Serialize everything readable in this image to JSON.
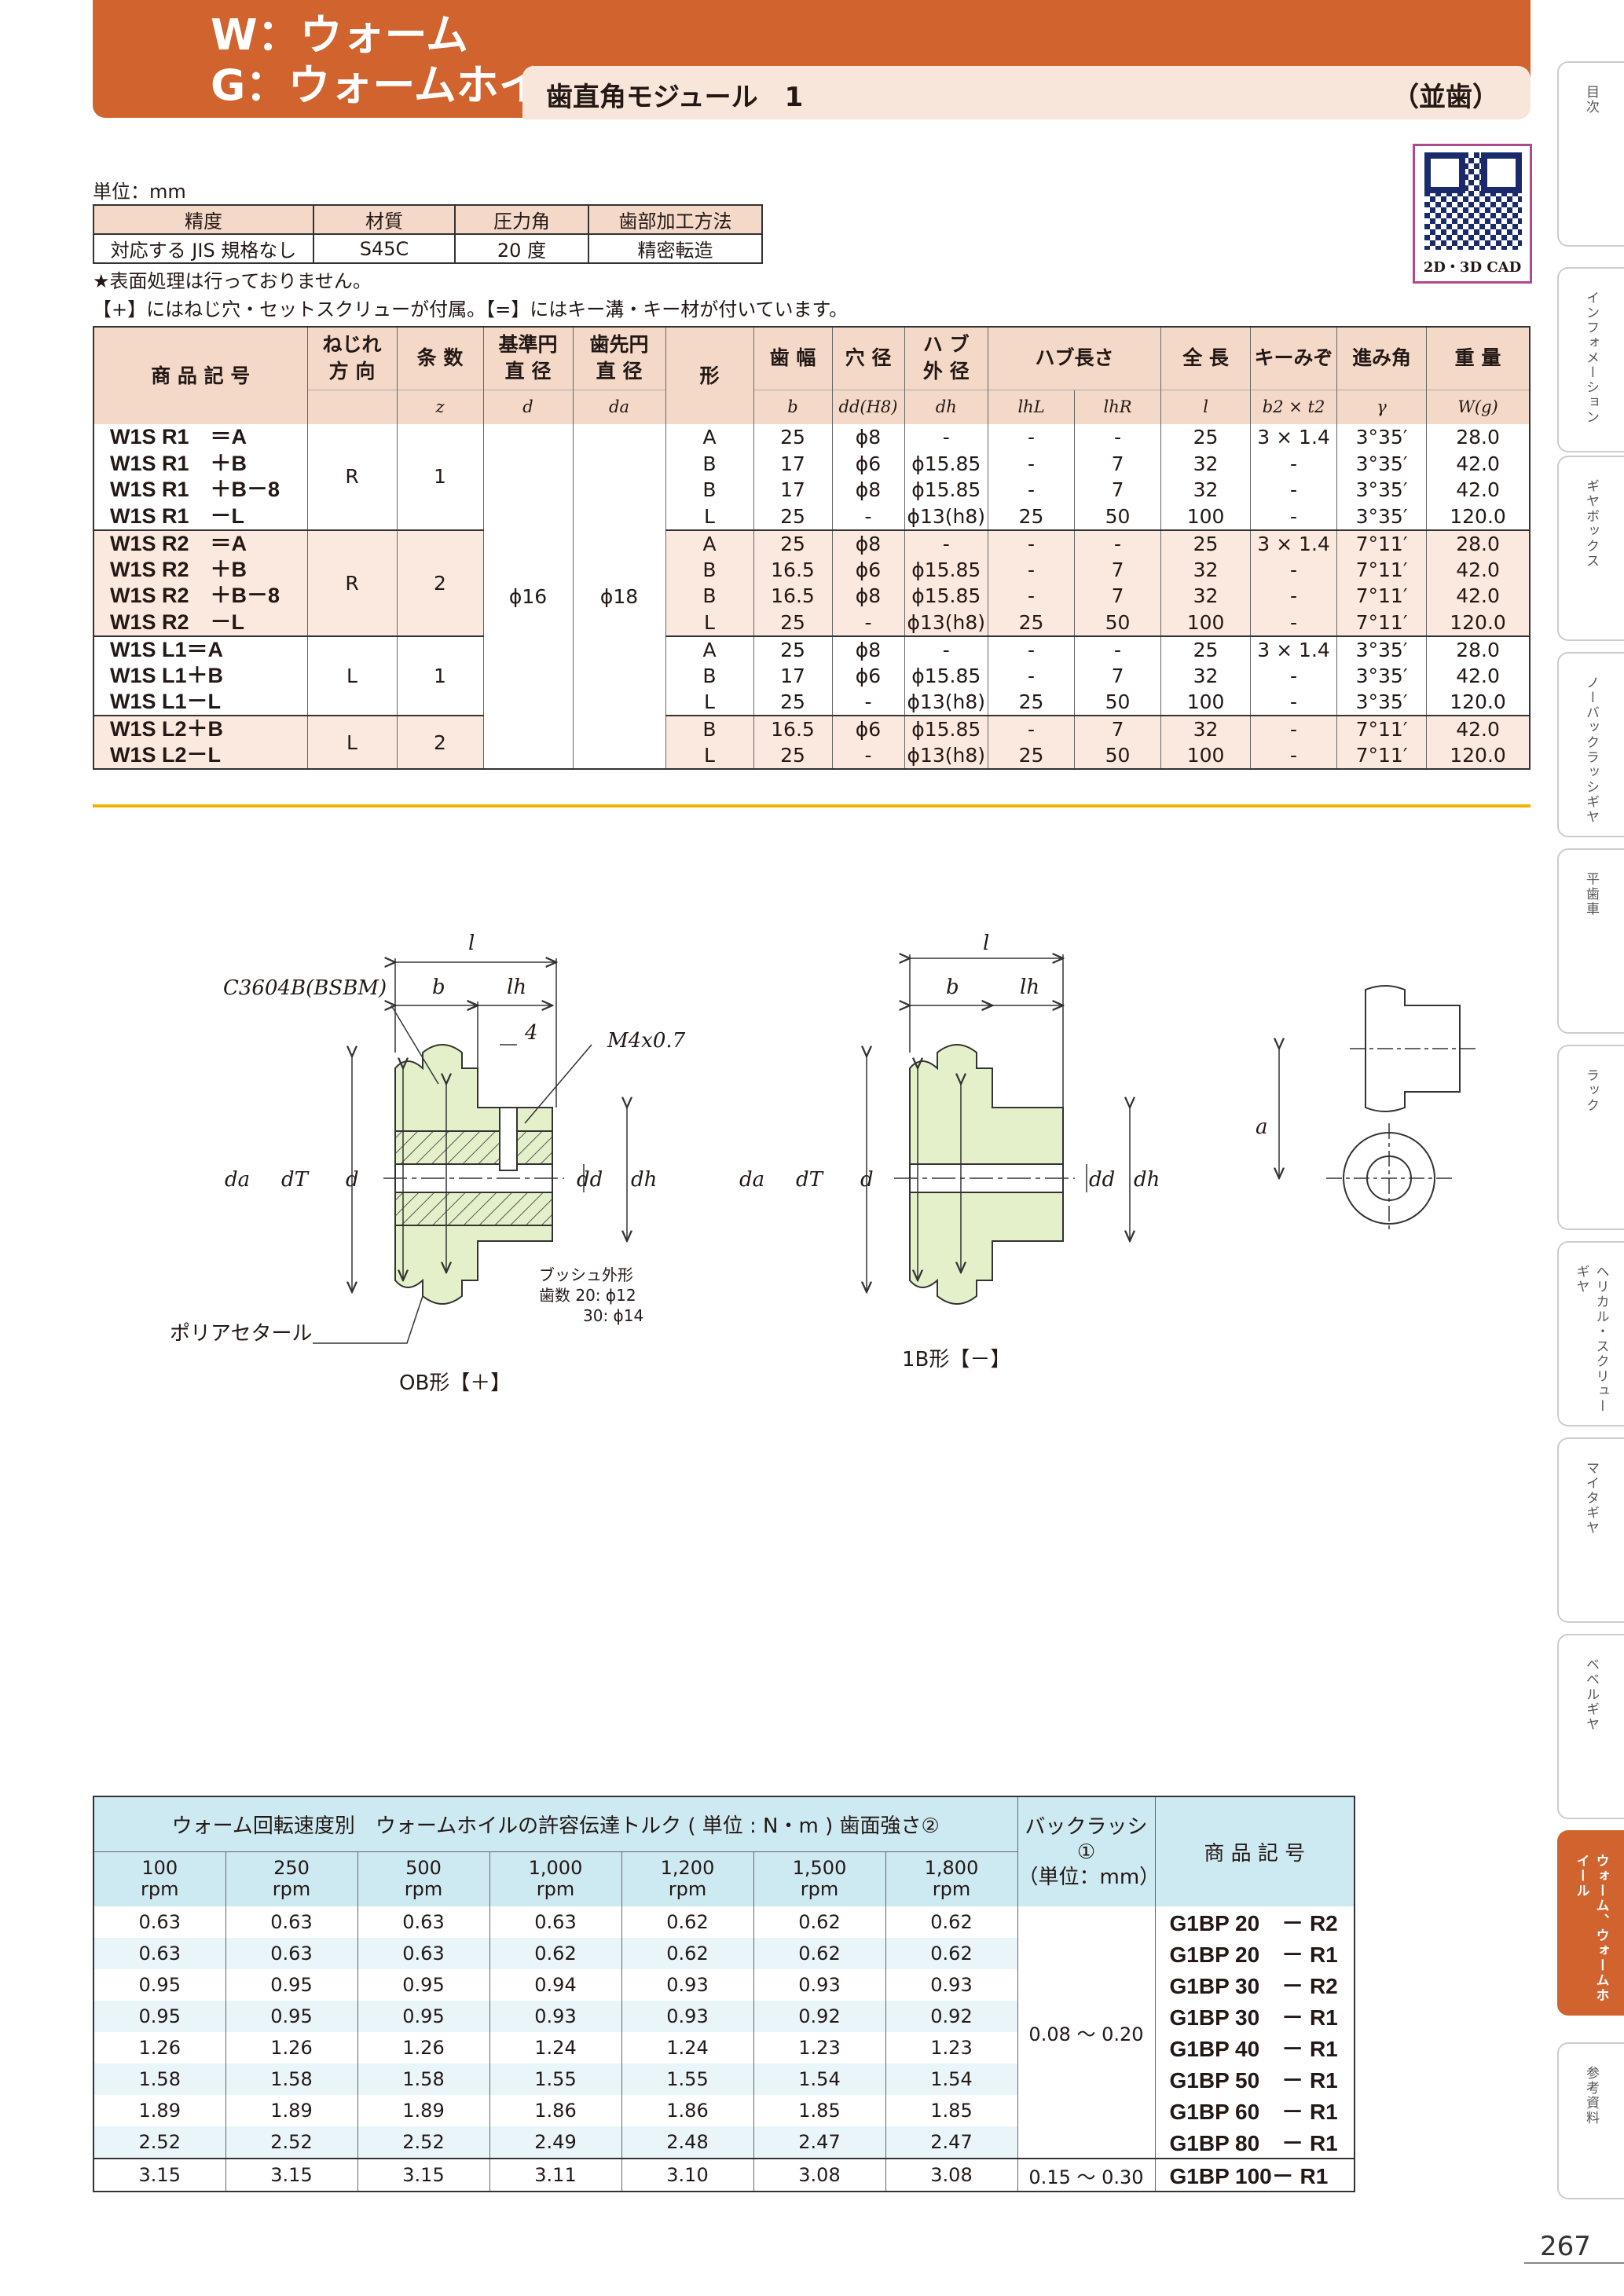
{
  "header": {
    "line1": "W：ウォーム",
    "line2": "G：ウォームホイール",
    "subtitle": "歯直角モジュール　1",
    "tooth_type": "（並歯）"
  },
  "qr": {
    "label": "2D・3D CAD"
  },
  "unit": "単位：mm",
  "spec": {
    "headers": [
      "精度",
      "材質",
      "圧力角",
      "歯部加工方法"
    ],
    "values": [
      "対応する JIS 規格なし",
      "S45C",
      "20 度",
      "精密転造"
    ]
  },
  "notes": [
    "★表面処理は行っておりません。",
    "【+】にはねじ穴・セットスクリューが付属。【=】にはキー溝・キー材が付いています。"
  ],
  "main": {
    "headers": [
      "商 品 記 号",
      "ねじれ\n方 向",
      "条 数",
      "基準円\n直 径",
      "歯先円\n直 径",
      "形",
      "歯 幅",
      "穴 径",
      "ハ ブ\n外 径",
      "ハブ長さ",
      "全 長",
      "キーみぞ",
      "進み角",
      "重 量"
    ],
    "symbols": [
      "z",
      "d",
      "da",
      "b",
      "dd(H8)",
      "dh",
      "lhL",
      "lhR",
      "l",
      "b2 × t2",
      "γ",
      "W(g)"
    ],
    "rows": [
      [
        "W1S R1　＝A",
        "A",
        "25",
        "ϕ8",
        "-",
        "-",
        "-",
        "25",
        "3 × 1.4",
        "3°35′",
        "28.0"
      ],
      [
        "W1S R1　＋B",
        "B",
        "17",
        "ϕ6",
        "ϕ15.85",
        "-",
        "7",
        "32",
        "-",
        "3°35′",
        "42.0"
      ],
      [
        "W1S R1　＋B－8",
        "B",
        "17",
        "ϕ8",
        "ϕ15.85",
        "-",
        "7",
        "32",
        "-",
        "3°35′",
        "42.0"
      ],
      [
        "W1S R1　－L",
        "L",
        "25",
        "-",
        "ϕ13(h8)",
        "25",
        "50",
        "100",
        "-",
        "3°35′",
        "120.0"
      ],
      [
        "W1S R2　＝A",
        "A",
        "25",
        "ϕ8",
        "-",
        "-",
        "-",
        "25",
        "3 × 1.4",
        "7°11′",
        "28.0"
      ],
      [
        "W1S R2　＋B",
        "B",
        "16.5",
        "ϕ6",
        "ϕ15.85",
        "-",
        "7",
        "32",
        "-",
        "7°11′",
        "42.0"
      ],
      [
        "W1S R2　＋B－8",
        "B",
        "16.5",
        "ϕ8",
        "ϕ15.85",
        "-",
        "7",
        "32",
        "-",
        "7°11′",
        "42.0"
      ],
      [
        "W1S R2　－L",
        "L",
        "25",
        "-",
        "ϕ13(h8)",
        "25",
        "50",
        "100",
        "-",
        "7°11′",
        "120.0"
      ],
      [
        "W1S L1＝A",
        "A",
        "25",
        "ϕ8",
        "-",
        "-",
        "-",
        "25",
        "3 × 1.4",
        "3°35′",
        "28.0"
      ],
      [
        "W1S L1＋B",
        "B",
        "17",
        "ϕ6",
        "ϕ15.85",
        "-",
        "7",
        "32",
        "-",
        "3°35′",
        "42.0"
      ],
      [
        "W1S L1－L",
        "L",
        "25",
        "-",
        "ϕ13(h8)",
        "25",
        "50",
        "100",
        "-",
        "3°35′",
        "120.0"
      ],
      [
        "W1S L2＋B",
        "B",
        "16.5",
        "ϕ6",
        "ϕ15.85",
        "-",
        "7",
        "32",
        "-",
        "7°11′",
        "42.0"
      ],
      [
        "W1S L2－L",
        "L",
        "25",
        "-",
        "ϕ13(h8)",
        "25",
        "50",
        "100",
        "-",
        "7°11′",
        "120.0"
      ]
    ],
    "groups": [
      {
        "dir": "R",
        "z": "1"
      },
      {
        "dir": "R",
        "z": "2"
      },
      {
        "dir": "L",
        "z": "1"
      },
      {
        "dir": "L",
        "z": "2"
      }
    ],
    "d": "ϕ16",
    "da": "ϕ18"
  },
  "drawing": {
    "material": "C3604B(BSBM)",
    "thread": "M4x0.7",
    "dim4": "4",
    "polyacetal": "ポリアセタール",
    "bush": [
      "ブッシュ外形",
      "歯数 20: ϕ12",
      "30: ϕ14"
    ],
    "caption_ob": "OB形【＋】",
    "caption_1b": "1B形【－】",
    "labels": {
      "l": "l",
      "b": "b",
      "lh": "lh",
      "da": "da",
      "dT": "dT",
      "d": "d",
      "dd": "dd",
      "dh": "dh",
      "a": "a"
    }
  },
  "torque": {
    "title": "ウォーム回転速度別　ウォームホイルの許容伝達トルク ( 単位 : N・m ) 歯面強さ②",
    "backlash_hdr": "バックラッシ①\n（単位：mm）",
    "code_hdr": "商 品 記 号",
    "rpm": [
      "100\nrpm",
      "250\nrpm",
      "500\nrpm",
      "1,000\nrpm",
      "1,200\nrpm",
      "1,500\nrpm",
      "1,800\nrpm"
    ],
    "rows": [
      [
        "0.63",
        "0.63",
        "0.63",
        "0.63",
        "0.62",
        "0.62",
        "0.62",
        "G1BP 20　－ R2"
      ],
      [
        "0.63",
        "0.63",
        "0.63",
        "0.62",
        "0.62",
        "0.62",
        "0.62",
        "G1BP 20　－ R1"
      ],
      [
        "0.95",
        "0.95",
        "0.95",
        "0.94",
        "0.93",
        "0.93",
        "0.93",
        "G1BP 30　－ R2"
      ],
      [
        "0.95",
        "0.95",
        "0.95",
        "0.93",
        "0.93",
        "0.92",
        "0.92",
        "G1BP 30　－ R1"
      ],
      [
        "1.26",
        "1.26",
        "1.26",
        "1.24",
        "1.24",
        "1.23",
        "1.23",
        "G1BP 40　－ R1"
      ],
      [
        "1.58",
        "1.58",
        "1.58",
        "1.55",
        "1.55",
        "1.54",
        "1.54",
        "G1BP 50　－ R1"
      ],
      [
        "1.89",
        "1.89",
        "1.89",
        "1.86",
        "1.86",
        "1.85",
        "1.85",
        "G1BP 60　－ R1"
      ],
      [
        "2.52",
        "2.52",
        "2.52",
        "2.49",
        "2.48",
        "2.47",
        "2.47",
        "G1BP 80　－ R1"
      ],
      [
        "3.15",
        "3.15",
        "3.15",
        "3.11",
        "3.10",
        "3.08",
        "3.08",
        "G1BP 100－ R1"
      ]
    ],
    "backlash": [
      "0.08 ～ 0.20",
      "0.15 ～ 0.30"
    ]
  },
  "tabs": [
    "目次",
    "インフォメーション",
    "ギヤボックス",
    "ノーバックラッシギヤ",
    "平歯車",
    "ラック",
    "ヘリカル・スクリューギヤ",
    "マイタギヤ",
    "ベベルギヤ",
    "ウォーム、ウォームホイール",
    "参考資料"
  ],
  "page_number": "267",
  "colors": {
    "header": "#d0632e",
    "table_head": "#f4d9c8",
    "accent_rule": "#f1b300",
    "torque_head": "#cde9f2",
    "gear_fill": "#e3f0c9"
  }
}
